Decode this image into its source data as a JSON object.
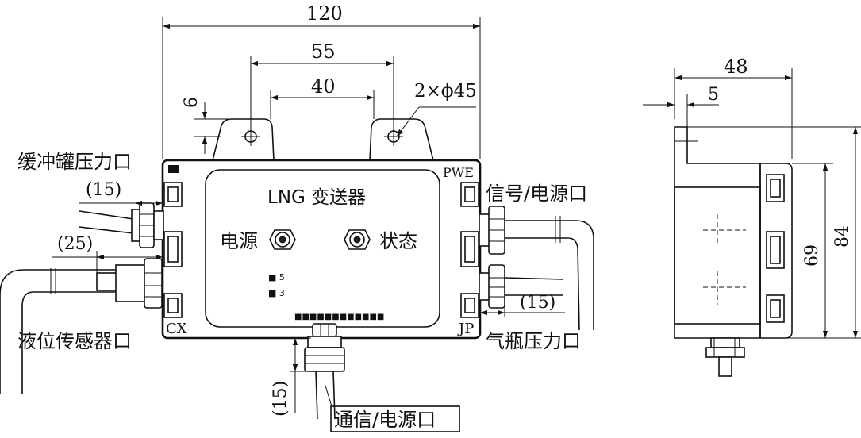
{
  "front": {
    "dim_width": "120",
    "dim_mount_spacing": "55",
    "dim_slot_width": "40",
    "dim_ear_height": "6",
    "dim_holes": "2×ϕ45",
    "title": "LNG 变送器",
    "indicator_power": "电源",
    "indicator_status": "状态",
    "corner_tl": "",
    "corner_tr": "PWE",
    "corner_bl": "CX",
    "corner_br": "JP",
    "small_labels": [
      "■ 5  ",
      "■ 3  "
    ],
    "maker_line": "■■■■■■■■■■■■"
  },
  "callouts": {
    "buffer_tank_port": "缓冲罐压力口",
    "level_sensor_port": "液位传感器口",
    "signal_power_port": "信号/电源口",
    "gas_cylinder_port": "气瓶压力口",
    "comm_power_port": "通信/电源口"
  },
  "dims": {
    "left_upper": "(15)",
    "left_lower": "(25)",
    "right_lower": "(15)",
    "bottom": "(15)"
  },
  "side": {
    "dim_depth": "48",
    "dim_flange": "5",
    "dim_inner_height": "69",
    "dim_total_height": "84"
  }
}
